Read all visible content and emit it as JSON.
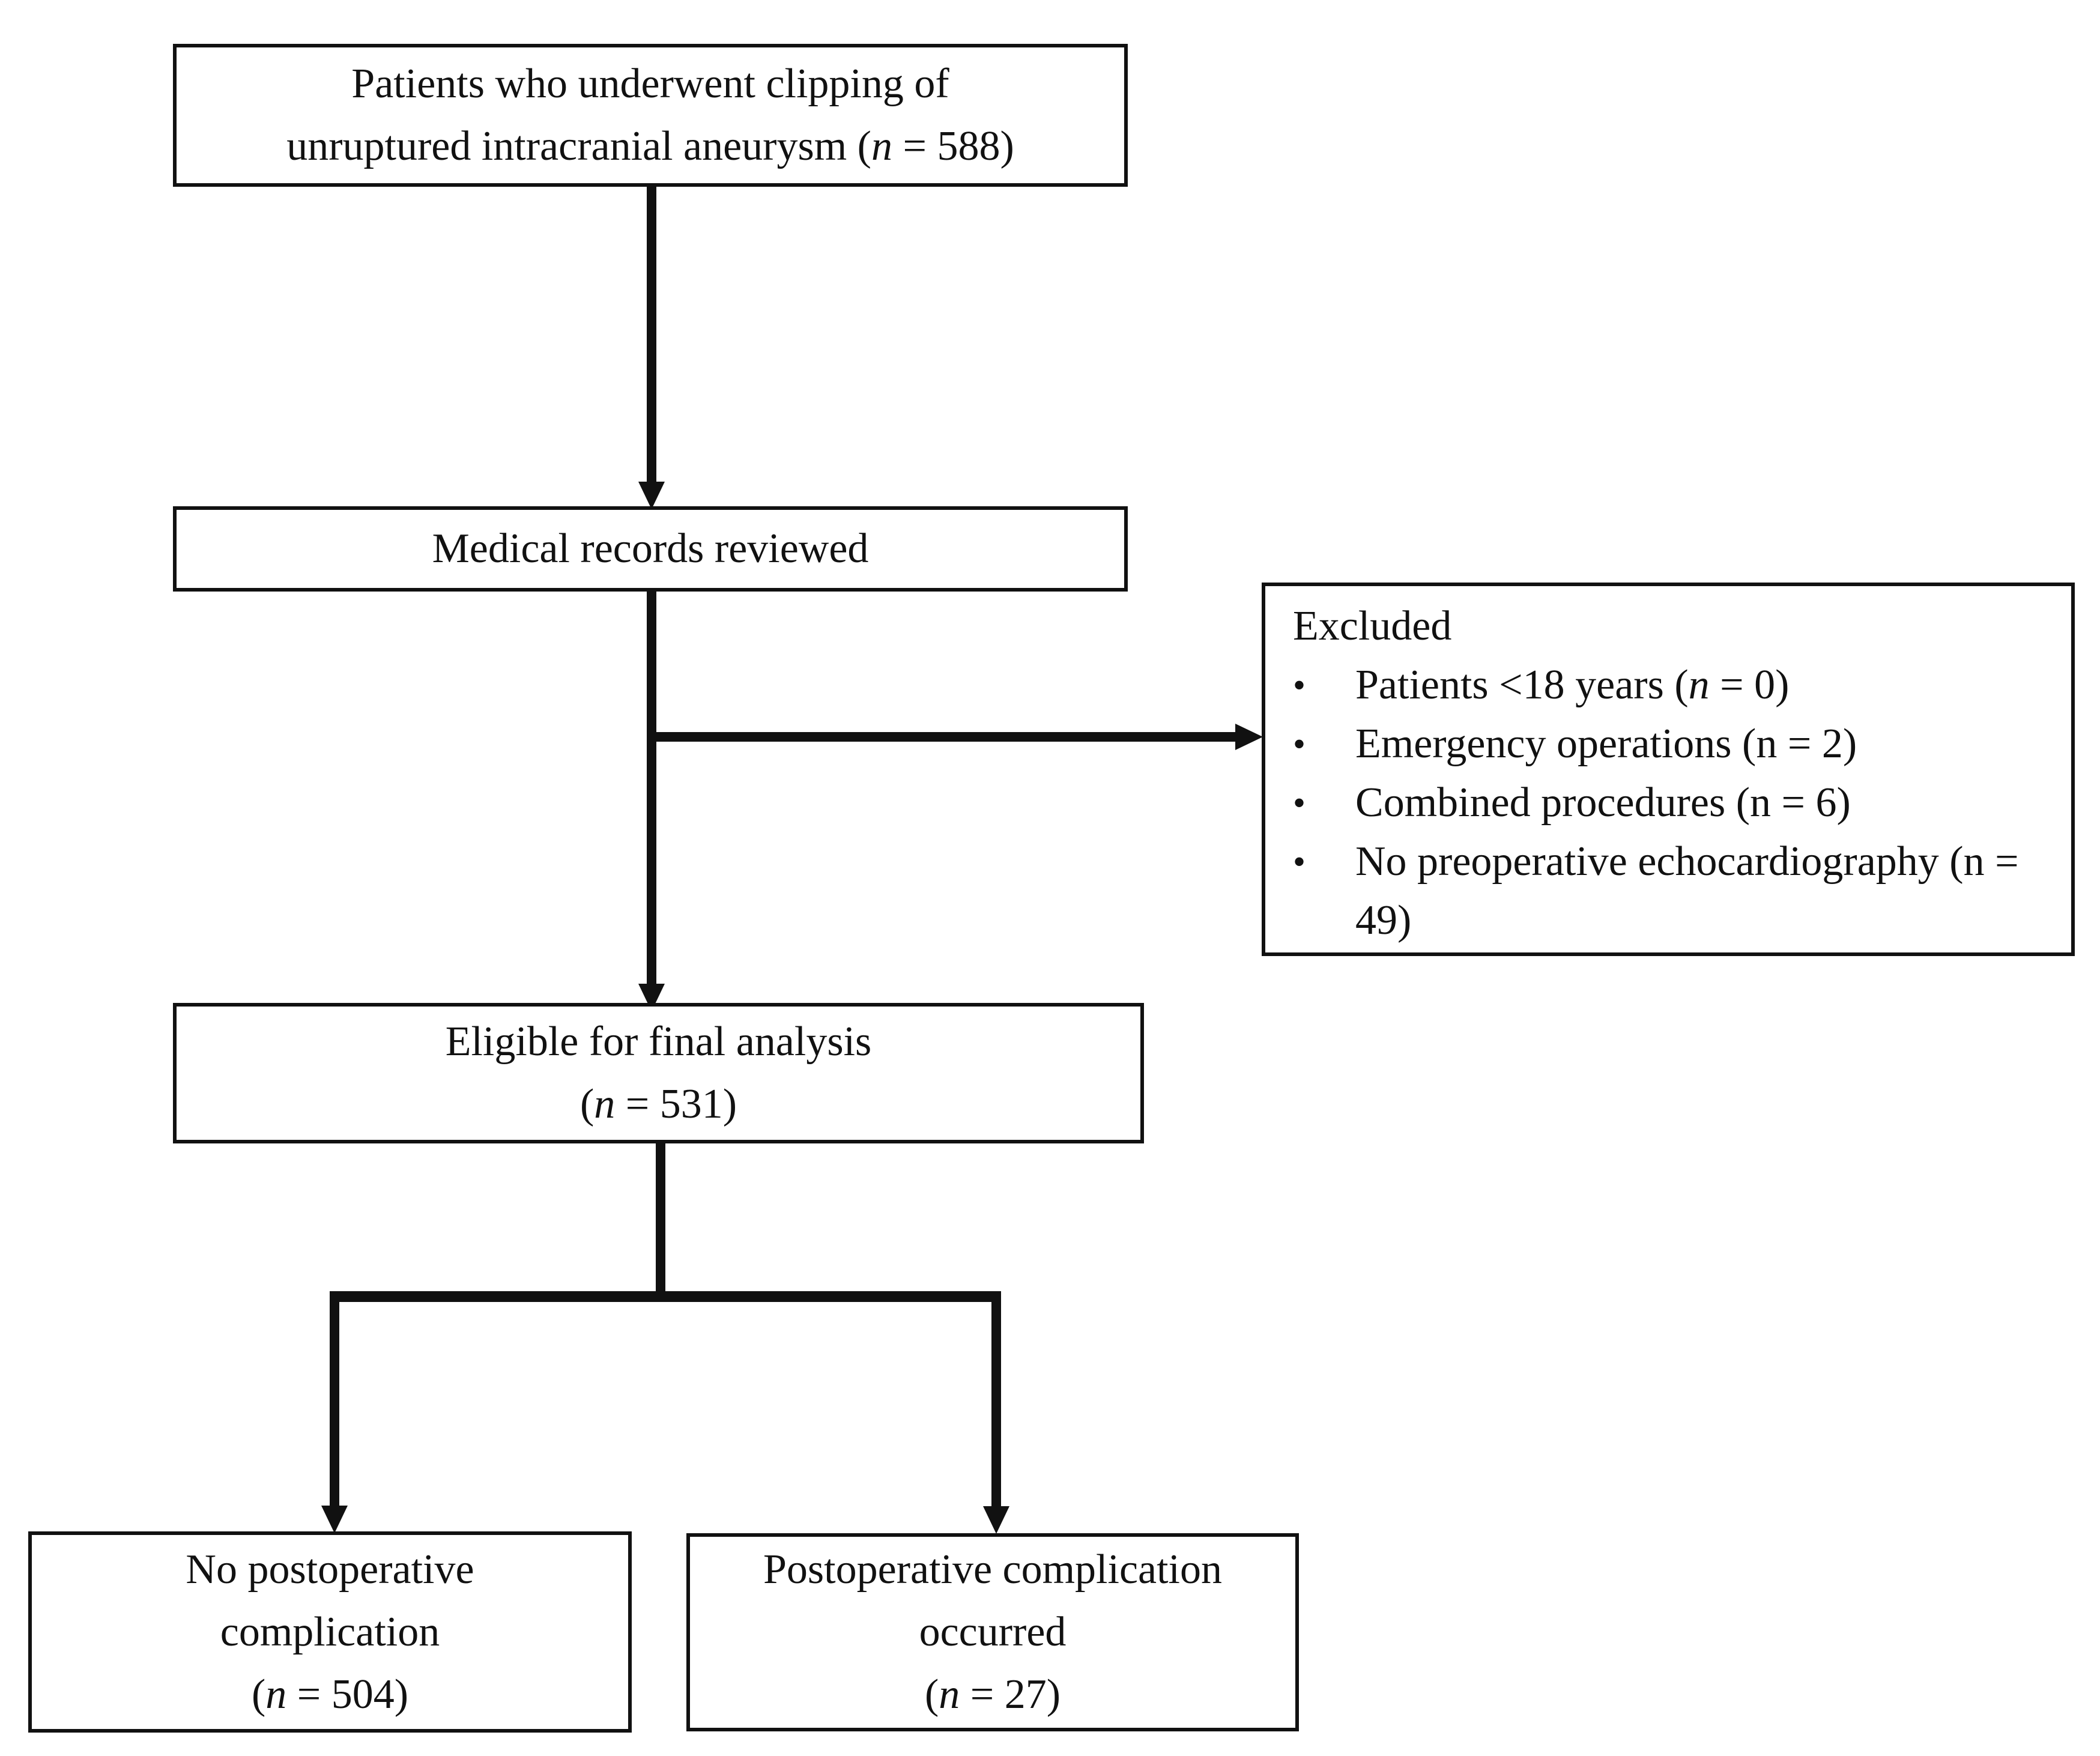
{
  "diagram": {
    "kind": "study-flowchart",
    "colors": {
      "background": "#ffffff",
      "line": "#111111",
      "text": "#111111"
    },
    "nodes": {
      "enrollment": {
        "lines": [
          "Patients who underwent clipping of",
          "unruptured intracranial aneurysm (*n* = 588)"
        ]
      },
      "records": {
        "lines": [
          "Medical records reviewed"
        ]
      },
      "excluded": {
        "header": "Excluded",
        "bullet_char": "•",
        "items": [
          "Patients <18 years (*n* = 0)",
          "Emergency operations (n = 2)",
          "Combined procedures (n = 6)",
          "No preoperative echocardiography (n = 49)"
        ]
      },
      "eligible": {
        "lines": [
          "Eligible for final analysis",
          "(*n* = 531)"
        ]
      },
      "no_complication": {
        "lines": [
          "No postoperative",
          "complication",
          "(*n* = 504)"
        ]
      },
      "complication": {
        "lines": [
          "Postoperative complication",
          "occurred",
          "(*n* = 27)"
        ]
      }
    }
  }
}
